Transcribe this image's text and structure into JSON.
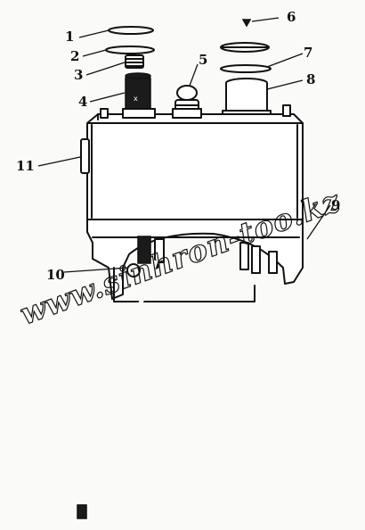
{
  "diagram": {
    "callouts": [
      {
        "id": "1",
        "label": "1"
      },
      {
        "id": "2",
        "label": "2"
      },
      {
        "id": "3",
        "label": "3"
      },
      {
        "id": "4",
        "label": "4"
      },
      {
        "id": "5",
        "label": "5"
      },
      {
        "id": "6",
        "label": "6"
      },
      {
        "id": "7",
        "label": "7"
      },
      {
        "id": "8",
        "label": "8"
      },
      {
        "id": "9",
        "label": "9"
      },
      {
        "id": "10",
        "label": "10"
      },
      {
        "id": "11",
        "label": "11"
      }
    ],
    "watermark": "www.sinhron-too.kz",
    "tag_on_filter": "x"
  }
}
